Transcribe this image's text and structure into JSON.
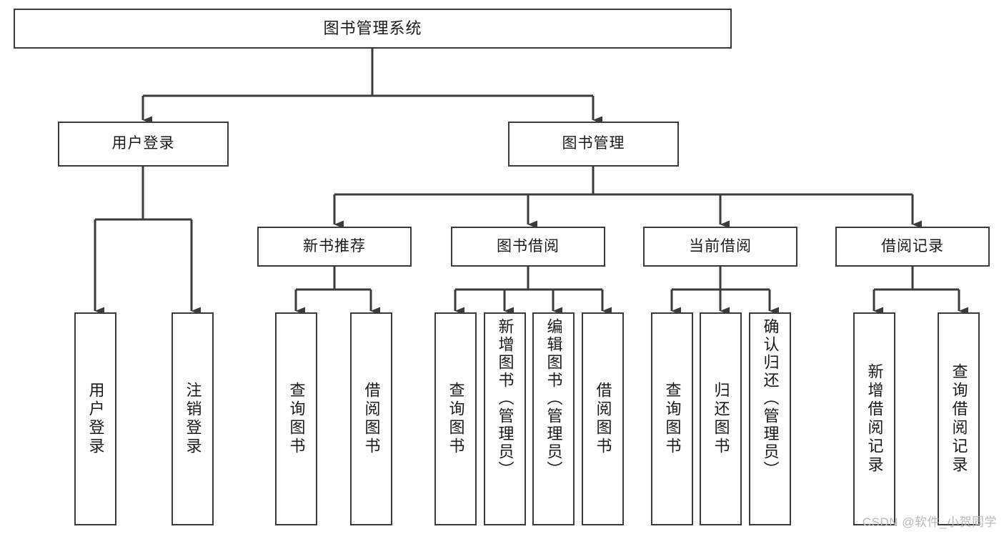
{
  "diagram": {
    "type": "tree-hierarchy",
    "title": "图书管理系统",
    "watermark": "CSDN @软件_小贺同学",
    "theme": {
      "box_border": "#3b3b3b",
      "box_fill": "#ffffff",
      "connector": "#3b3b3b",
      "text": "#1a1a1a",
      "background": "#ffffff",
      "watermark_color": "#b9b9b9"
    },
    "root": {
      "id": "root",
      "label": "图书管理系统",
      "orientation": "horizontal"
    },
    "level1": [
      {
        "id": "user-login",
        "label": "用户登录",
        "orientation": "horizontal"
      },
      {
        "id": "book-manage",
        "label": "图书管理",
        "orientation": "horizontal"
      }
    ],
    "level2": [
      {
        "id": "new-book-recommend",
        "label": "新书推荐",
        "parent": "book-manage",
        "orientation": "horizontal"
      },
      {
        "id": "book-borrow",
        "label": "图书借阅",
        "parent": "book-manage",
        "orientation": "horizontal"
      },
      {
        "id": "current-borrow",
        "label": "当前借阅",
        "parent": "book-manage",
        "orientation": "horizontal"
      },
      {
        "id": "borrow-record",
        "label": "借阅记录",
        "parent": "book-manage",
        "orientation": "horizontal"
      }
    ],
    "leaves": [
      {
        "id": "leaf-user-login",
        "label": "用户登录",
        "parent": "user-login",
        "orientation": "vertical"
      },
      {
        "id": "leaf-user-logout",
        "label": "注销登录",
        "parent": "user-login",
        "orientation": "vertical"
      },
      {
        "id": "leaf-query-book-1",
        "label": "查询图书",
        "parent": "new-book-recommend",
        "orientation": "vertical"
      },
      {
        "id": "leaf-borrow-book-1",
        "label": "借阅图书",
        "parent": "new-book-recommend",
        "orientation": "vertical"
      },
      {
        "id": "leaf-query-book-2",
        "label": "查询图书",
        "parent": "book-borrow",
        "orientation": "vertical"
      },
      {
        "id": "leaf-add-book",
        "label": "新增图书（管理员）",
        "parent": "book-borrow",
        "orientation": "vertical"
      },
      {
        "id": "leaf-edit-book",
        "label": "编辑图书（管理员）",
        "parent": "book-borrow",
        "orientation": "vertical"
      },
      {
        "id": "leaf-borrow-book-2",
        "label": "借阅图书",
        "parent": "book-borrow",
        "orientation": "vertical"
      },
      {
        "id": "leaf-query-book-3",
        "label": "查询图书",
        "parent": "current-borrow",
        "orientation": "vertical"
      },
      {
        "id": "leaf-return-book",
        "label": "归还图书",
        "parent": "current-borrow",
        "orientation": "vertical"
      },
      {
        "id": "leaf-confirm-return",
        "label": "确认归还（管理员）",
        "parent": "current-borrow",
        "orientation": "vertical"
      },
      {
        "id": "leaf-add-record",
        "label": "新增借阅记录",
        "parent": "borrow-record",
        "orientation": "vertical"
      },
      {
        "id": "leaf-query-record",
        "label": "查询借阅记录",
        "parent": "borrow-record",
        "orientation": "vertical"
      }
    ]
  }
}
